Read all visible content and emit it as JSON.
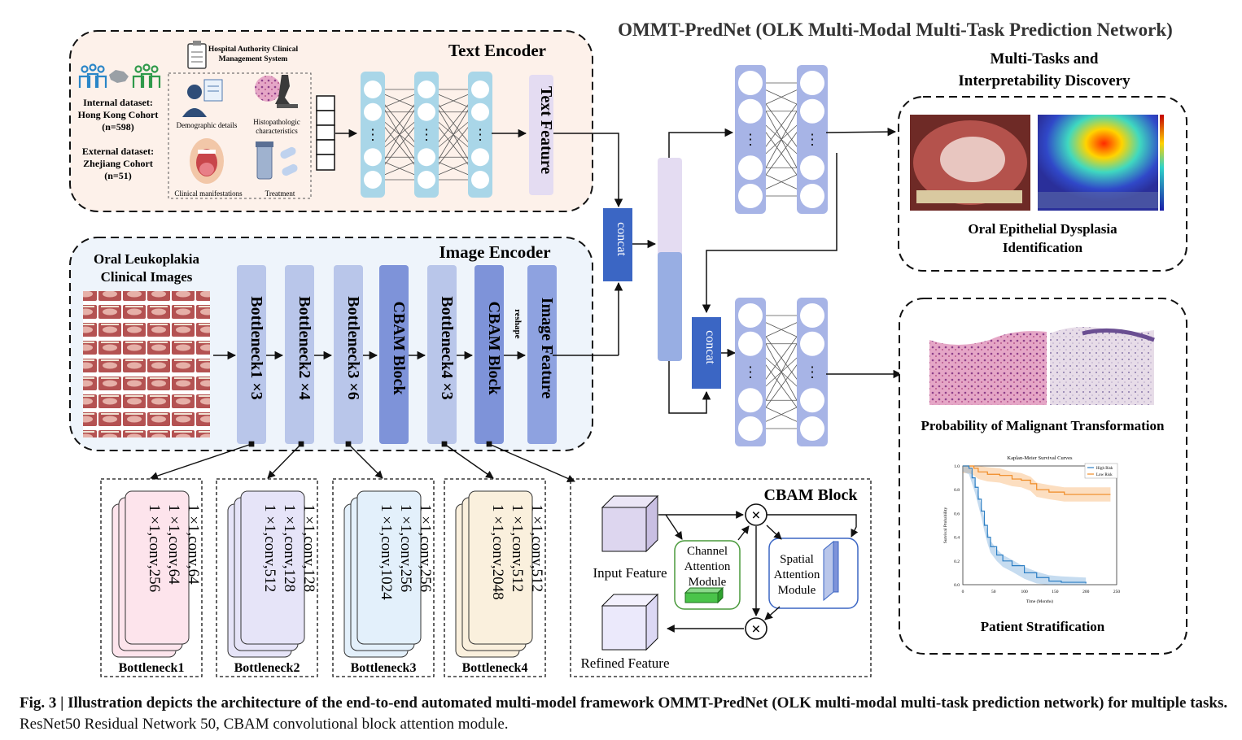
{
  "title": "OMMT-PredNet (OLK Multi-Modal Multi-Task Prediction Network)",
  "text_encoder": {
    "heading": "Text Encoder",
    "system": [
      "Hospital Authority Clinical",
      "Management System"
    ],
    "internal": [
      "Internal dataset:",
      "Hong Kong Cohort",
      "(n=598)"
    ],
    "external": [
      "External dataset:",
      "Zhejiang Cohort",
      "(n=51)"
    ],
    "cells": [
      "Demographic details",
      "Histopathologic",
      "characteristics",
      "Clinical manifestations",
      "Treatment"
    ],
    "feature": "Text Feature"
  },
  "image_encoder": {
    "heading": "Image Encoder",
    "source": [
      "Oral Leukoplakia",
      "Clinical Images"
    ],
    "blocks": [
      "Bottleneck1 ×3",
      "Bottleneck2 ×4",
      "Bottleneck3 ×6",
      "CBAM Block",
      "Bottleneck4 ×3",
      "CBAM Block",
      "Image Feature"
    ],
    "reshape": "reshape"
  },
  "concat_label": "concat",
  "tasks": {
    "heading": [
      "Multi-Tasks and",
      "Interpretability Discovery"
    ],
    "dysplasia": [
      "Oral Epithelial Dysplasia",
      "Identification"
    ],
    "malignant": "Probability of Malignant Transformation",
    "stratification": "Patient Stratification",
    "km": {
      "title": "Kaplan-Meier Survival Curves",
      "xlabel": "Time (Months)",
      "ylabel": "Survival Probability",
      "legend": [
        "High Risk",
        "Low Risk"
      ],
      "xticks": [
        "0",
        "50",
        "100",
        "150",
        "200",
        "250"
      ],
      "yticks": [
        "0.0",
        "0.2",
        "0.4",
        "0.6",
        "0.8",
        "1.0"
      ]
    }
  },
  "bottleneck_details": [
    {
      "name": "Bottleneck1",
      "lines": [
        "1 ×1,conv,64",
        "1 ×1,conv,64",
        "1 ×1,conv,256"
      ]
    },
    {
      "name": "Bottleneck2",
      "lines": [
        "1 ×1,conv,128",
        "1 ×1,conv,128",
        "1 ×1,conv,512"
      ]
    },
    {
      "name": "Bottleneck3",
      "lines": [
        "1 ×1,conv,256",
        "1 ×1,conv,256",
        "1 ×1,conv,1024"
      ]
    },
    {
      "name": "Bottleneck4",
      "lines": [
        "1 ×1,conv,512",
        "1 ×1,conv,512",
        "1 ×1,conv,2048"
      ]
    }
  ],
  "cbam": {
    "heading": "CBAM Block",
    "input": "Input Feature",
    "refined": "Refined Feature",
    "channel": [
      "Channel",
      "Attention",
      "Module"
    ],
    "spatial": [
      "Spatial",
      "Attention",
      "Module"
    ],
    "op": "×"
  },
  "caption": {
    "bold": "Fig. 3 | Illustration depicts the architecture of the end-to-end automated multi-model framework OMMT-PredNet (OLK multi-modal multi-task prediction network) for multiple tasks.",
    "normal": "ResNet50 Residual Network 50, CBAM convolutional block attention module."
  },
  "colors": {
    "text_panel_bg": "#fdf1ea",
    "image_panel_bg": "#eef4fb",
    "bottleneck_block": "#b9c6ea",
    "cbam_block": "#7e93d9",
    "concat": "#3b66c4",
    "node": "#a7b4e6",
    "cyan_layer": "#a9d6e8",
    "text_feature": "#e4dcf2"
  }
}
